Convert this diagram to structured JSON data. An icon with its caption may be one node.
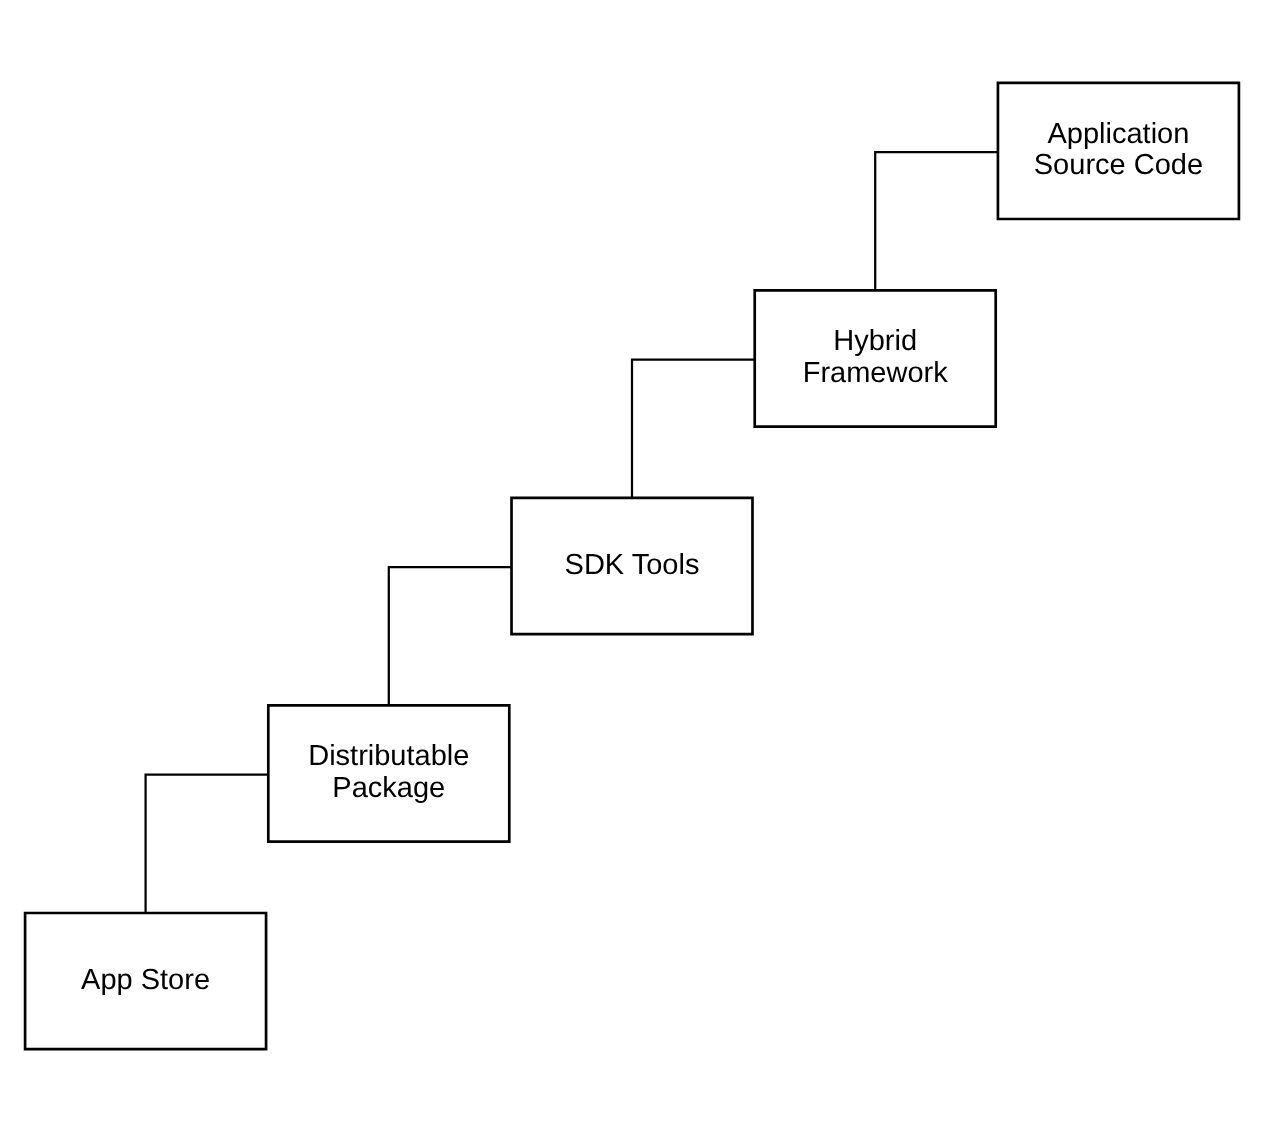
{
  "diagram": {
    "nodes": [
      {
        "text": [
          "Application Source Code"
        ]
      },
      {
        "text": [
          "Hybrid Framework"
        ]
      },
      {
        "text": [
          "SDK Tools"
        ]
      },
      {
        "text": [
          "Distributable Package"
        ]
      },
      {
        "text": [
          "App Store"
        ]
      }
    ],
    "edges": [
      {
        "from": 0,
        "to": 1,
        "arrow": "none"
      },
      {
        "from": 1,
        "to": 2,
        "arrow": "none"
      },
      {
        "from": 2,
        "to": 3,
        "arrow": "none"
      },
      {
        "from": 3,
        "to": 4,
        "arrow": "none"
      }
    ]
  }
}
